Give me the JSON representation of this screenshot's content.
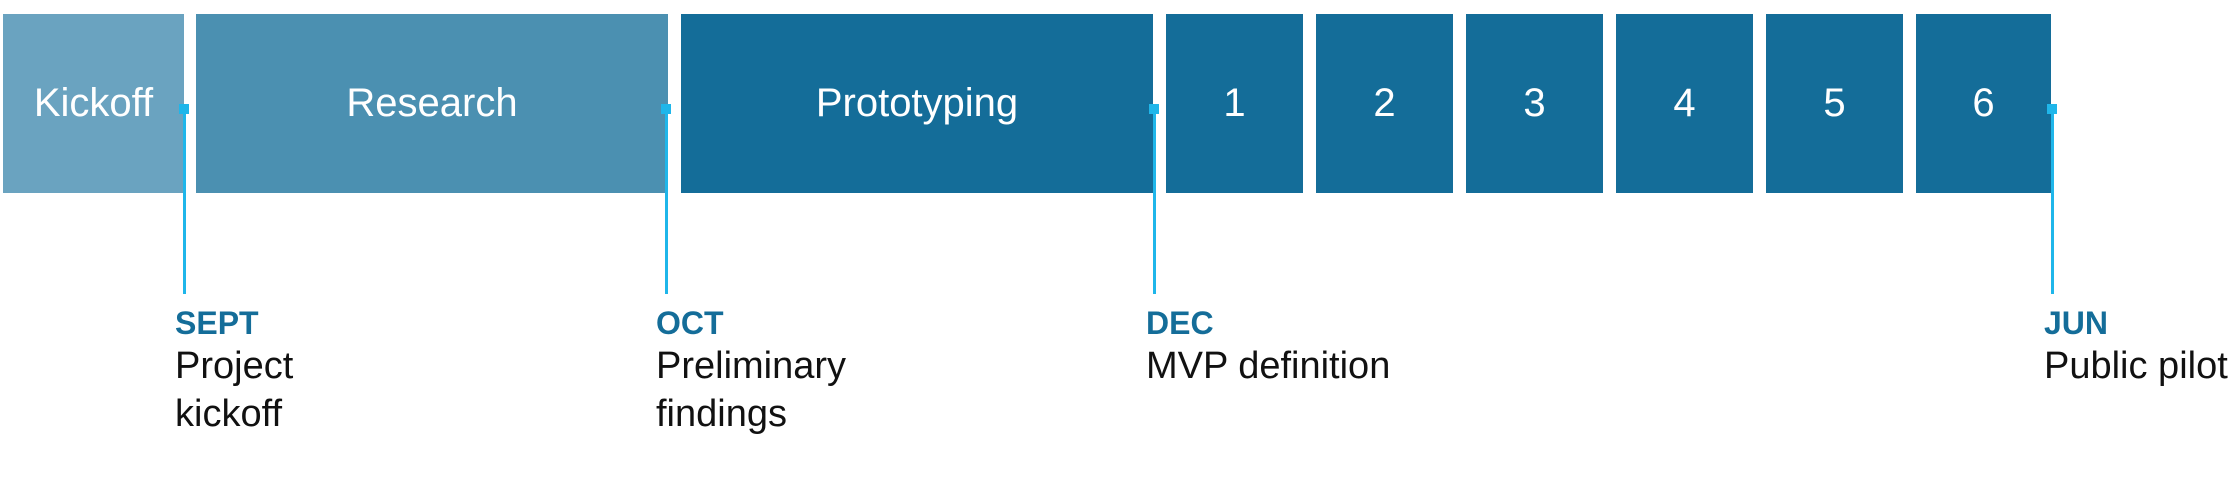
{
  "phases": {
    "kickoff": "Kickoff",
    "research": "Research",
    "prototyping": "Prototyping",
    "sprints": [
      "1",
      "2",
      "3",
      "4",
      "5",
      "6"
    ]
  },
  "milestones": [
    {
      "month": "SEPT",
      "description": "Project\nkickoff"
    },
    {
      "month": "OCT",
      "description": "Preliminary\nfindings"
    },
    {
      "month": "DEC",
      "description": "MVP definition"
    },
    {
      "month": "JUN",
      "description": "Public pilot"
    }
  ],
  "colors": {
    "kickoff": "#6aa3c0",
    "research": "#4b90b1",
    "prototyping": "#146d99",
    "marker": "#1fb6ea",
    "month_text": "#146d99"
  }
}
